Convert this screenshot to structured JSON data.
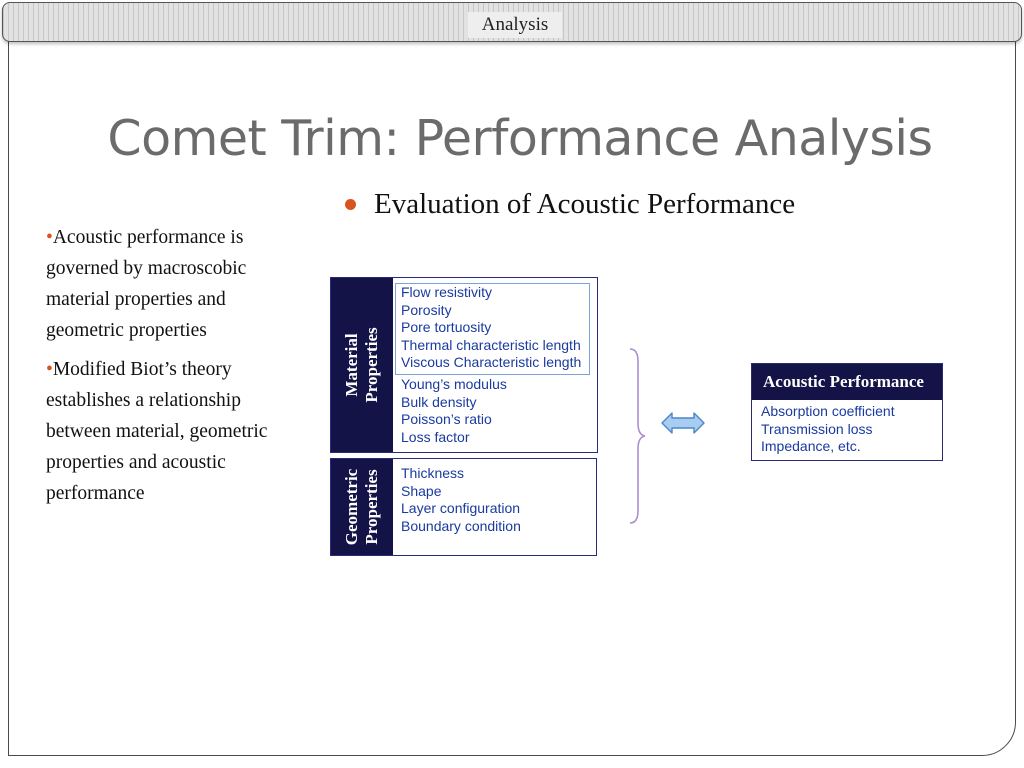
{
  "header": {
    "label": "Analysis"
  },
  "title": "Comet Trim: Performance Analysis",
  "main_bullet": "Evaluation of Acoustic Performance",
  "side_bullets": [
    "Acoustic performance is governed by macroscobic material properties and geometric properties",
    "Modified Biot’s theory establishes a relationship between material, geometric properties and acoustic performance"
  ],
  "diagram": {
    "material": {
      "label_line1": "Material",
      "label_line2": "Properties",
      "boxed_items": [
        "Flow resistivity",
        "Porosity",
        "Pore tortuosity",
        "Thermal characteristic length",
        "Viscous Characteristic length"
      ],
      "items": [
        "Young’s modulus",
        "Bulk density",
        "Poisson’s ratio",
        "Loss factor"
      ]
    },
    "geometric": {
      "label_line1": "Geometric",
      "label_line2": "Properties",
      "items": [
        "Thickness",
        "Shape",
        "Layer configuration",
        "Boundary condition"
      ]
    },
    "acoustic": {
      "title": "Acoustic Performance",
      "items": [
        "Absorption coefficient",
        "Transmission loss",
        "Impedance, etc."
      ]
    },
    "colors": {
      "panel_dark": "#131347",
      "item_text": "#1a3aa0",
      "inner_border": "#7aa3d6",
      "brace": "#a98fd0",
      "arrow_fill": "#a9cdf0",
      "arrow_stroke": "#4a86c9"
    }
  },
  "colors": {
    "bullet_accent": "#d9531e",
    "title_text": "#6b6b6b"
  }
}
